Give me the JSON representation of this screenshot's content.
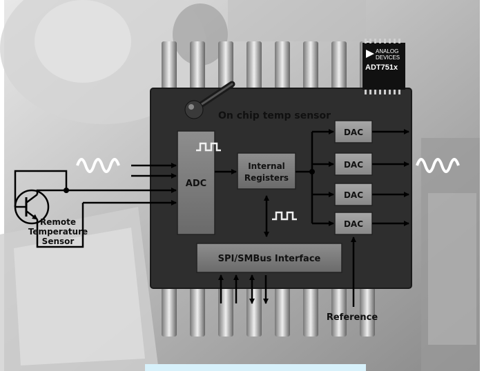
{
  "logo": {
    "brand_line1": "ANALOG",
    "brand_line2": "DEVICES",
    "part_number": "ADT751x"
  },
  "chip": {
    "sensor_label": "On chip temp sensor"
  },
  "blocks": {
    "adc": "ADC",
    "registers_line1": "Internal",
    "registers_line2": "Registers",
    "dac_labels": [
      "DAC",
      "DAC",
      "DAC",
      "DAC"
    ],
    "interface": "SPI/SMBus Interface"
  },
  "external": {
    "remote_line1": "Remote",
    "remote_line2": "Temperature",
    "remote_line3": "Sensor",
    "reference": "Reference"
  }
}
